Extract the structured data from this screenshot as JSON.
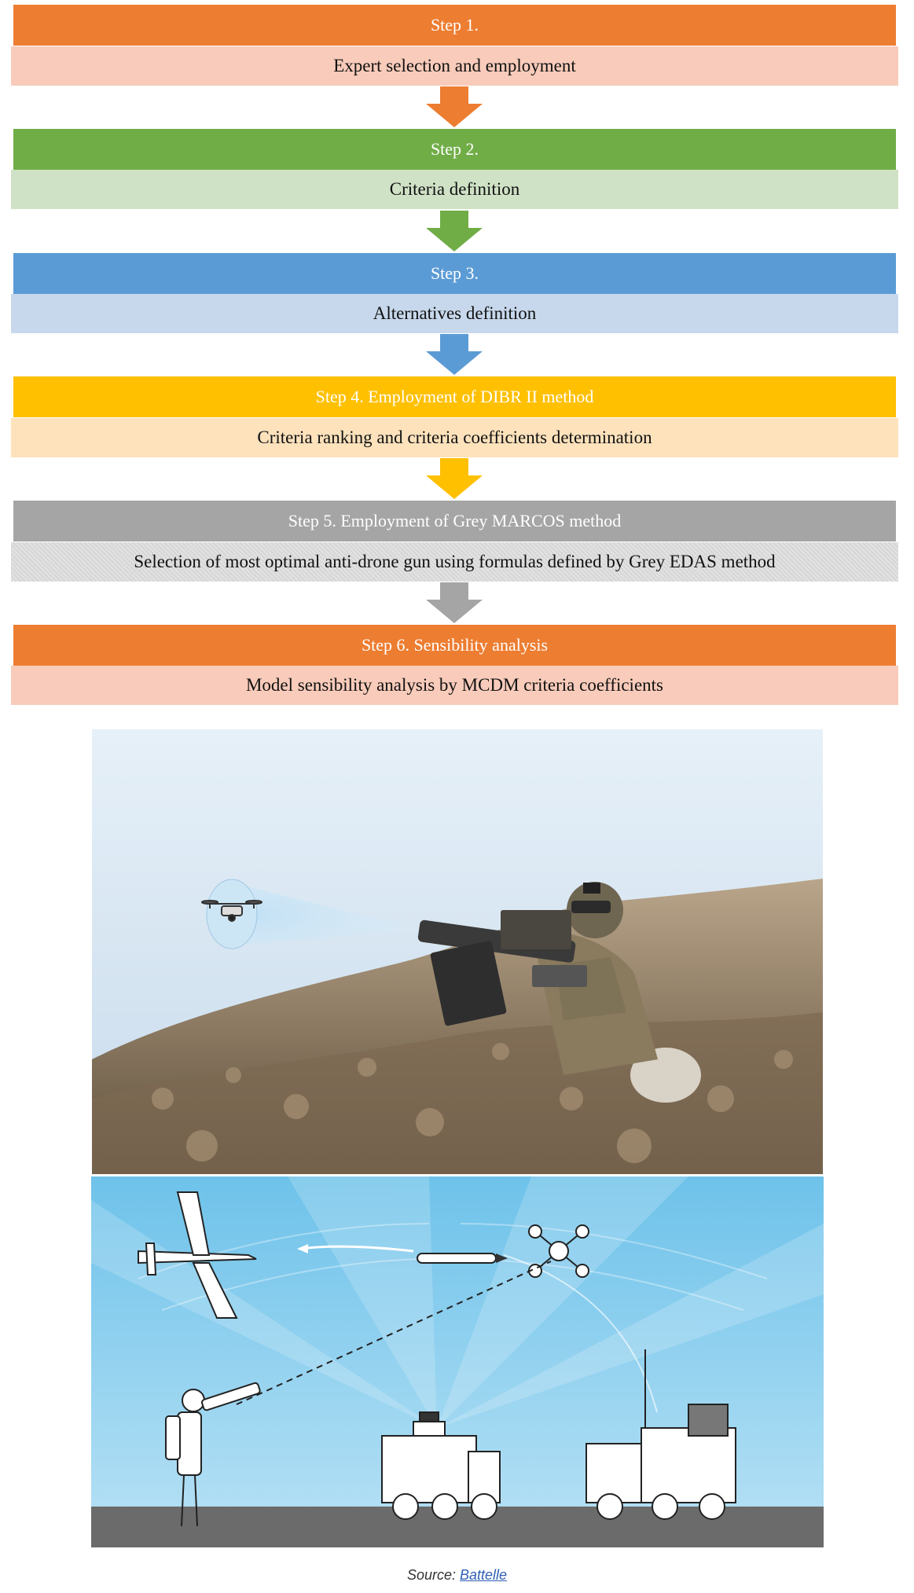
{
  "steps": [
    {
      "head": "Step 1.",
      "body": "Expert selection and employment",
      "head_color": "#ED7D31",
      "body_color": "#F8CBBA",
      "arrow_color": "#ED7D31"
    },
    {
      "head": "Step 2.",
      "body": "Criteria definition",
      "head_color": "#70AD47",
      "body_color": "#D0E2C6",
      "arrow_color": "#70AD47"
    },
    {
      "head": "Step 3.",
      "body": "Alternatives definition",
      "head_color": "#5B9BD5",
      "body_color": "#C7D8EC",
      "arrow_color": "#5B9BD5"
    },
    {
      "head": "Step 4. Employment of DIBR II method",
      "body": "Criteria ranking and criteria coefficients determination",
      "head_color": "#FFC000",
      "body_color": "#FDE2BC",
      "arrow_color": "#FFC000"
    },
    {
      "head": "Step 5. Employment of Grey MARCOS method",
      "body": "Selection of most optimal anti-drone gun using formulas defined by Grey EDAS method",
      "head_color": "#A5A5A5",
      "body_color": "#D9D9D9",
      "arrow_color": "#A5A5A5"
    },
    {
      "head": "Step 6. Sensibility analysis",
      "body": "Model sensibility analysis by MCDM criteria coefficients",
      "head_color": "#ED7D31",
      "body_color": "#F8CBBA"
    }
  ],
  "images": {
    "photo": "soldier aiming anti-drone gun at quadcopter drone",
    "illustration": "counter-drone systems: handheld jammer, radar vehicle and missile launcher engaging drones"
  },
  "caption": {
    "prefix": "Source: ",
    "link_text": "Battelle"
  }
}
